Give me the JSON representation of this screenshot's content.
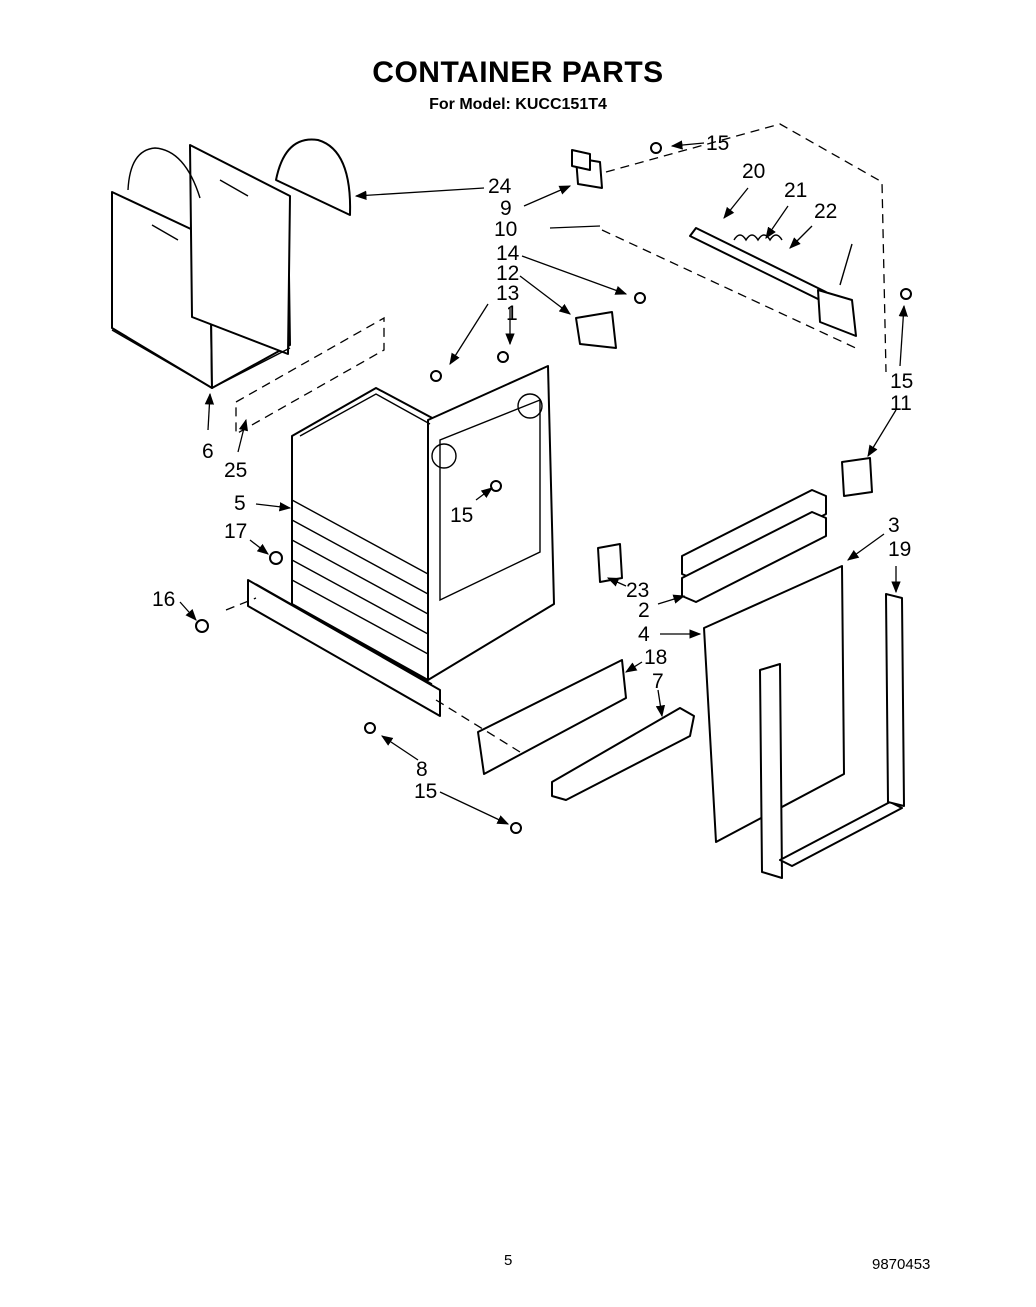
{
  "title": "CONTAINER PARTS",
  "subtitle": "For Model: KUCC151T4",
  "page_number": "5",
  "document_number": "9870453",
  "callouts": [
    "15",
    "24",
    "9",
    "10",
    "20",
    "21",
    "22",
    "14",
    "12",
    "13",
    "1",
    "15",
    "11",
    "6",
    "25",
    "5",
    "15",
    "17",
    "16",
    "23",
    "2",
    "3",
    "19",
    "4",
    "18",
    "7",
    "8",
    "15"
  ]
}
